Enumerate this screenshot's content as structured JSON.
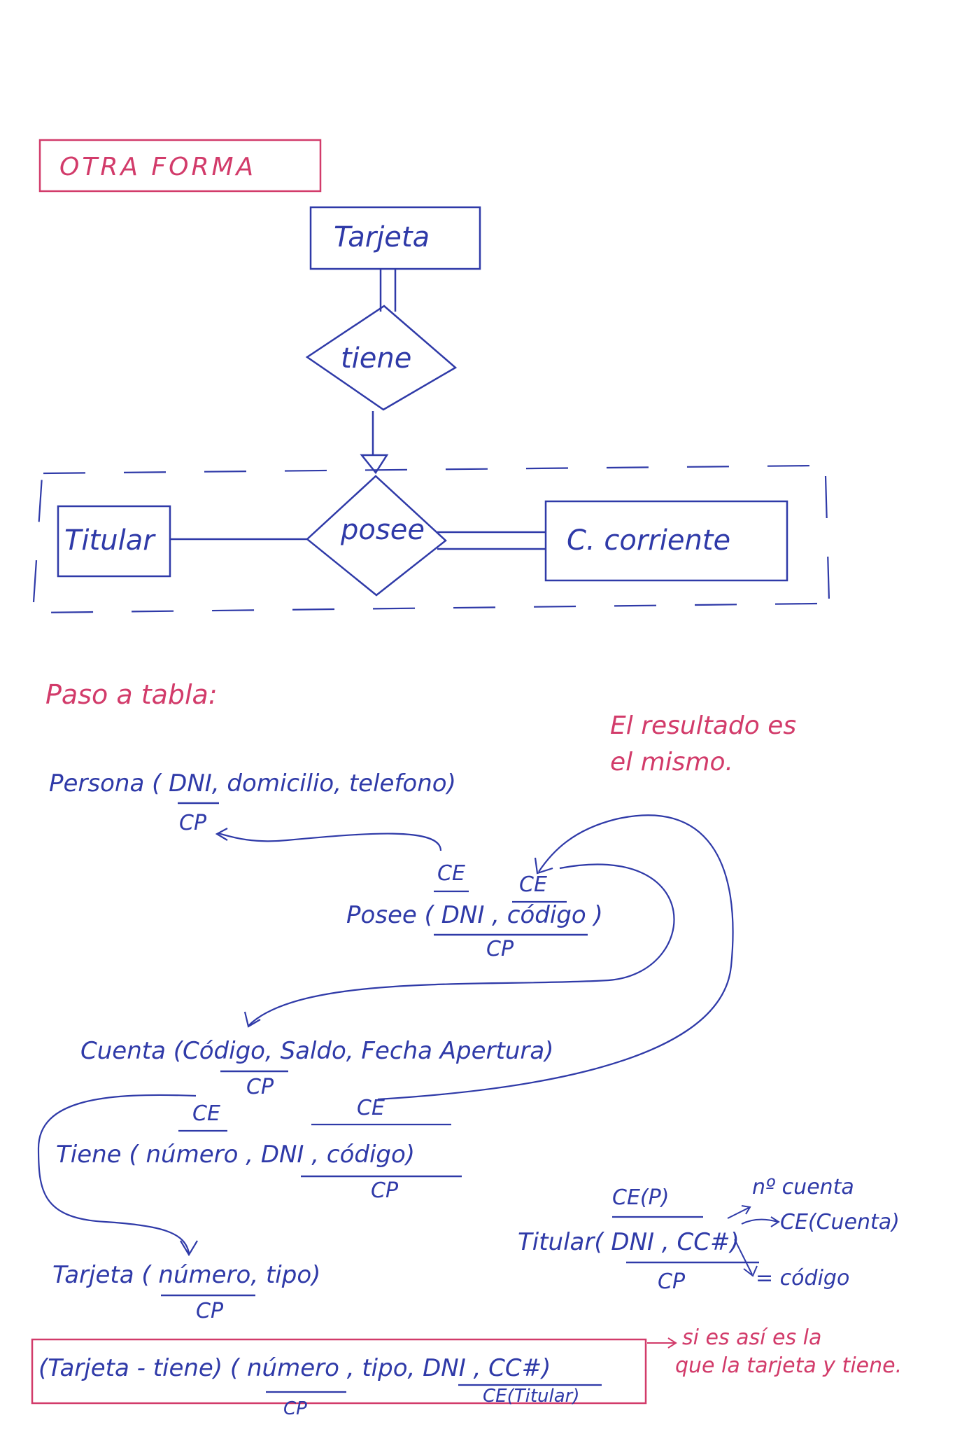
{
  "title": "OTRA FORMA",
  "colors": {
    "blue": "#2f3aa8",
    "pink": "#d23b6a"
  },
  "er": {
    "entities": [
      "Tarjeta",
      "Titular",
      "C. corriente"
    ],
    "relations": [
      "tiene",
      "posee"
    ]
  },
  "section_label": "Paso a tabla:",
  "note": [
    "El resultado es",
    "el mismo."
  ],
  "tables": {
    "persona": {
      "text": "Persona ( DNI, domicilio, telefono)",
      "pk": "CP"
    },
    "posee": {
      "name": "Posee",
      "text": "Posee ( DNI , código )",
      "fk1": "CE",
      "fk2": "CE",
      "pk": "CP"
    },
    "cuenta": {
      "text": "Cuenta  (Código, Saldo, Fecha Apertura)",
      "pk": "CP"
    },
    "tiene": {
      "name": "Tiene",
      "text": "Tiene ( número ,  DNI  , código)",
      "fk1": "CE",
      "fk2": "CE",
      "pk": "CP"
    },
    "tarjeta": {
      "text": "Tarjeta ( número, tipo)",
      "pk": "CP"
    },
    "titular": {
      "text": "Titular( DNI , CC#)",
      "fk": "CE(P)",
      "pk": "CP",
      "ann1": "nº cuenta",
      "ann2": "CE(Cuenta)",
      "ann3": "= código"
    },
    "final": {
      "text": "(Tarjeta - tiene) ( número , tipo, DNI , CC#)",
      "pk": "CP",
      "fk": "CE(Titular)",
      "note": [
        "si es así es la",
        "que la tarjeta y tiene."
      ]
    }
  }
}
